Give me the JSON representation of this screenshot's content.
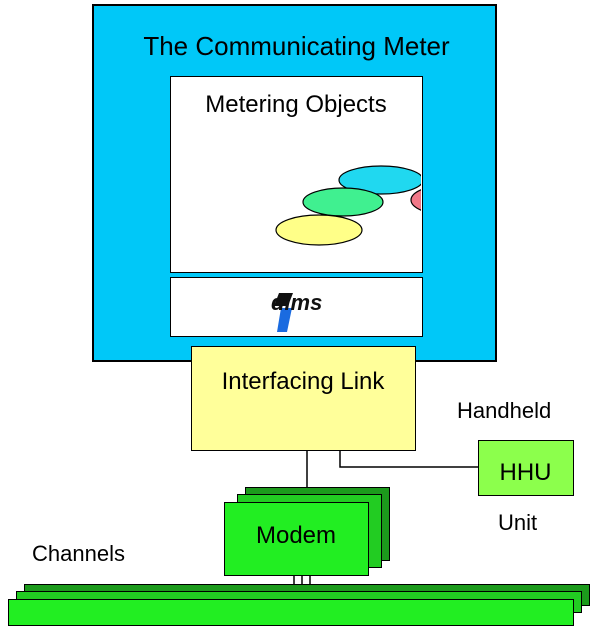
{
  "meter": {
    "title": "The Communicating Meter"
  },
  "objects": {
    "title": "Metering Objects"
  },
  "dlms": {
    "logo_text": "dlms"
  },
  "link": {
    "label": "Interfacing Link"
  },
  "hhu": {
    "label": "HHU",
    "caption_top": "Handheld",
    "caption_bottom": "Unit"
  },
  "modem": {
    "label": "Modem"
  },
  "channels": {
    "label": "Channels"
  },
  "colors": {
    "meter": "#00c8f8",
    "link": "#ffff9a",
    "green": "#22ee22",
    "hhu": "#8cff4c",
    "ellipse_cyan": "#20d8f0",
    "ellipse_green": "#40f090",
    "ellipse_yellow": "#ffff88",
    "ellipse_magenta": "#f080f8",
    "ellipse_pink": "#f07888"
  }
}
